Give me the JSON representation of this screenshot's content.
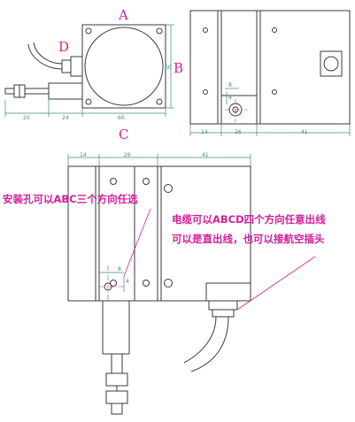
{
  "view_labels": {
    "a": "A",
    "b": "B",
    "c": "C",
    "d": "D"
  },
  "dimensions": {
    "top_left_20": "20",
    "top_left_24": "24",
    "top_left_60": "60",
    "top_left_b60": "60",
    "top_right_14": "14",
    "top_right_26": "26",
    "top_right_41": "41",
    "top_right_8": "8",
    "top_right_4": "4",
    "bottom_14": "14",
    "bottom_26": "26",
    "bottom_41": "41",
    "bottom_8": "8",
    "bottom_4": "4"
  },
  "notes": {
    "mounting_holes": "安装孔可以ABC三个方向任选",
    "cable_line1": "电缆可以ABCD四个方向任意出线",
    "cable_line2": "可以是直出线，也可以接航空插头"
  },
  "colors": {
    "annotation": "#d0209a",
    "dimension": "#2f8f7f",
    "outline": "#3a3a3a"
  }
}
